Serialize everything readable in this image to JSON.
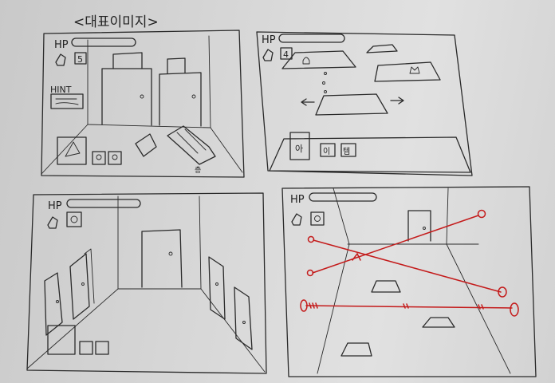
{
  "sheet_title": "<대표이미지>",
  "panels": [
    {
      "id": "tl",
      "hp_label": "HP",
      "count": "5",
      "hint_label": "HINT",
      "step_mark": "층"
    },
    {
      "id": "tr",
      "hp_label": "HP",
      "count": "4",
      "slot_labels": [
        "아",
        "이",
        "템"
      ]
    },
    {
      "id": "bl",
      "hp_label": "HP"
    },
    {
      "id": "br",
      "hp_label": "HP"
    }
  ],
  "colors": {
    "ink": "#2a2a2a",
    "laser": "#c41b1b",
    "paper": "#d9d9d9"
  }
}
